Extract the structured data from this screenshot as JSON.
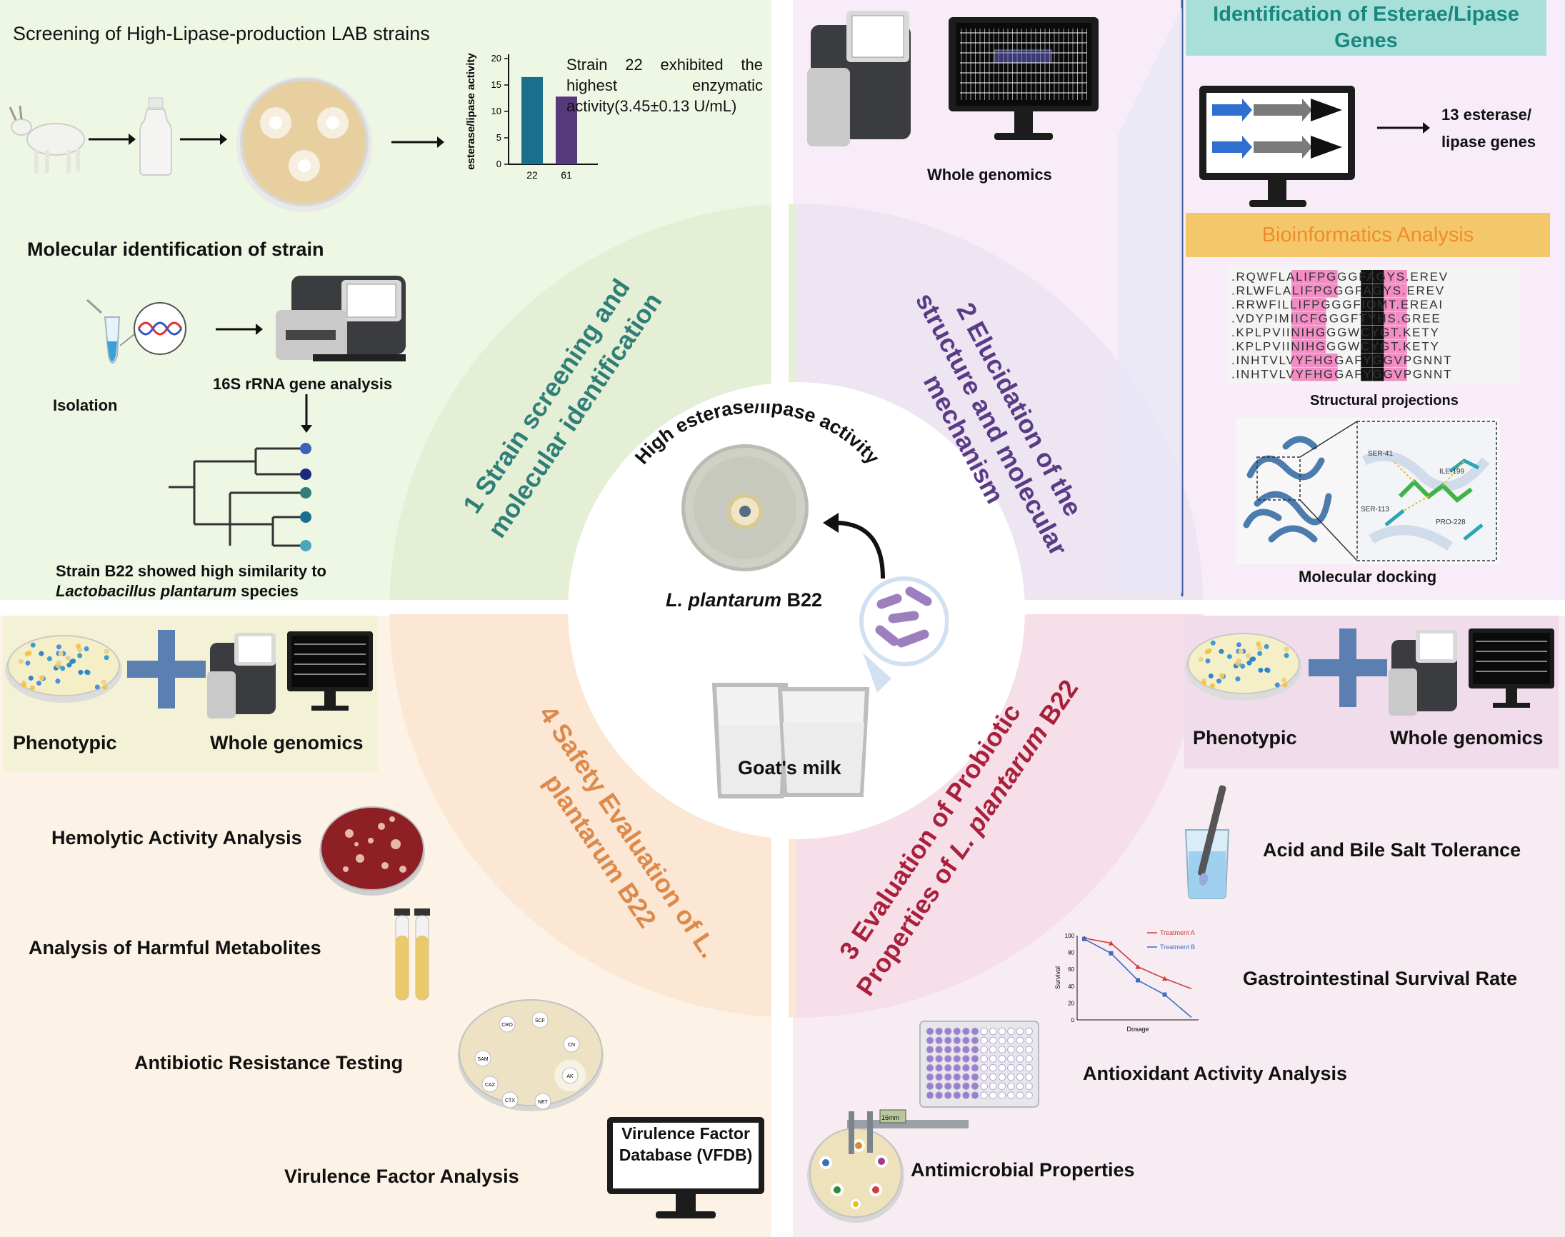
{
  "colors": {
    "q1_bg": "#eef7e3",
    "q2_bg": "#f8ecf8",
    "q3_bg": "#f7e8ef",
    "q4_bg": "#fdf2e6",
    "center_ring_q1": "#e6f0d8",
    "center_ring_q2": "#eee6f2",
    "center_ring_q3": "#f4dde6",
    "center_ring_q4": "#fbe8d6",
    "q1_title": "#2f7f78",
    "q2_title": "#5a3b86",
    "q3_title": "#a8203c",
    "q4_title": "#dc8a4c",
    "teal_header": "#a9dfd9",
    "teal_header_text": "#17877f",
    "orange_header": "#f4c86a",
    "orange_header_text": "#ef8d2b",
    "bar_22": "#1a6f8f",
    "bar_61": "#55397a"
  },
  "q1": {
    "section_title_line1": "1 Strain screening and",
    "section_title_line2": "molecular identification",
    "screening_title": "Screening of High-Lipase-production LAB strains",
    "strain_note": "Strain 22 exhibited the highest enzymatic activity(3.45±0.13 U/mL)",
    "molecular_id_title": "Molecular identification of strain",
    "isolation_label": "Isolation",
    "rrna_label": "16S rRNA gene analysis",
    "similarity_line1": "Strain B22 showed high similarity to",
    "similarity_species": "Lactobacillus plantarum",
    "similarity_suffix": " species"
  },
  "chart_data": {
    "type": "bar",
    "categories": [
      "22",
      "61"
    ],
    "values": [
      16.5,
      12.8
    ],
    "ylabel": "esterase/lipase activity",
    "ylim": [
      0,
      20
    ],
    "yticks": [
      0,
      5,
      10,
      15,
      20
    ]
  },
  "q2": {
    "section_title_line1": "2 Elucidation of the",
    "section_title_line2": "structure and molecular",
    "section_title_line3": "mechanism",
    "whole_genomics_label": "Whole genomics",
    "identification_header": "Identification of Esterae/Lipase Genes",
    "genes_line1": "13 esterase/",
    "genes_line2": "lipase genes",
    "bioinformatics_header": "Bioinformatics Analysis",
    "alignment_rows": [
      ".RQWFLALIFPGGGFAGYS.EREV",
      ".RLWFLALIFPGGGFAGYS.EREV",
      ".RRWFILLIFPGGGFIQMT.EREAI",
      ".VDYPIMIICFGGGFTYHS.GREE",
      ".KPLPVIINIHGGGWCYGT.KETY",
      ".KPLPVIINIHGGGWCYGT.KETY",
      ".INHTVLVYFHGGAFYGGVPGNNT",
      ".INHTVLVYFHGGAFYGGVPGNNT"
    ],
    "structural_label": "Structural projections",
    "docking_label": "Molecular docking",
    "residue_labels": [
      "SER-41",
      "ILE-199",
      "SER-113",
      "PRO-228"
    ]
  },
  "center": {
    "activity_label": "High esterase/lipase activity",
    "strain_italic": "L. plantarum",
    "strain_suffix": " B22",
    "milk_label": "Goat's milk"
  },
  "q3": {
    "section_title_line1": "3 Evaluation of Probiotic",
    "section_title_line2_prefix": "Properties of ",
    "section_title_line2_italic": "L. plantarum",
    "section_title_line2_suffix": " B22",
    "phenotypic_label": "Phenotypic",
    "whole_genomics_label": "Whole genomics",
    "acid_label": "Acid and Bile Salt Tolerance",
    "gi_label": "Gastrointestinal Survival Rate",
    "antioxidant_label": "Antioxidant Activity Analysis",
    "antimicrobial_label": "Antimicrobial Properties",
    "caliper_label": "16mm",
    "survival_chart": {
      "type": "line",
      "ylabel": "Survival",
      "xlabel": "Dosage",
      "ylim": [
        0,
        100
      ],
      "yticks": [
        0,
        20,
        40,
        60,
        80,
        100
      ],
      "series": [
        {
          "name": "Treatment A",
          "color": "#d03a3a",
          "values": [
            97,
            91,
            63,
            49,
            37
          ]
        },
        {
          "name": "Treatment B",
          "color": "#3a6fc0",
          "values": [
            96,
            79,
            47,
            30,
            3
          ]
        }
      ]
    }
  },
  "q4": {
    "section_title_line1": "4 Safety Evaluation of L.",
    "section_title_line2": "plantarum B22",
    "phenotypic_label": "Phenotypic",
    "whole_genomics_label": "Whole genomics",
    "hemolytic_label": "Hemolytic Activity Analysis",
    "harmful_label": "Analysis of Harmful Metabolites",
    "antibiotic_label": "Antibiotic Resistance Testing",
    "virulence_label": "Virulence Factor Analysis",
    "vfdb_line1": "Virulence Factor",
    "vfdb_line2": "Database (VFDB)",
    "disk_labels": [
      "CRO",
      "SCF",
      "CN",
      "SAM",
      "AK",
      "CAZ",
      "CTX",
      "NET"
    ]
  }
}
